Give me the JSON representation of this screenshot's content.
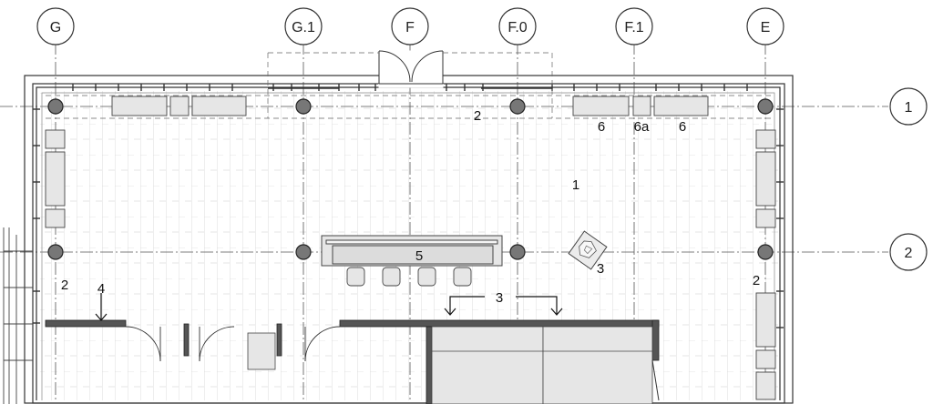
{
  "gridlines": {
    "vertical": [
      "G",
      "G.1",
      "F",
      "F.0",
      "F.1",
      "E"
    ],
    "horizontal": [
      "1",
      "2"
    ]
  },
  "room_tags": {
    "room_1": "1",
    "room_2_top": "2",
    "room_2_left": "2",
    "room_2_right": "2",
    "item_3_chair": "3",
    "item_3_wall": "3",
    "item_4": "4",
    "item_5": "5",
    "item_6_left": "6",
    "item_6a": "6a",
    "item_6_right": "6"
  },
  "colors": {
    "line": "#333333",
    "column_fill": "#777777",
    "furniture_fill": "#e6e6e6",
    "floor_pattern": "#cfcfcf",
    "wall_fill": "#555555"
  }
}
